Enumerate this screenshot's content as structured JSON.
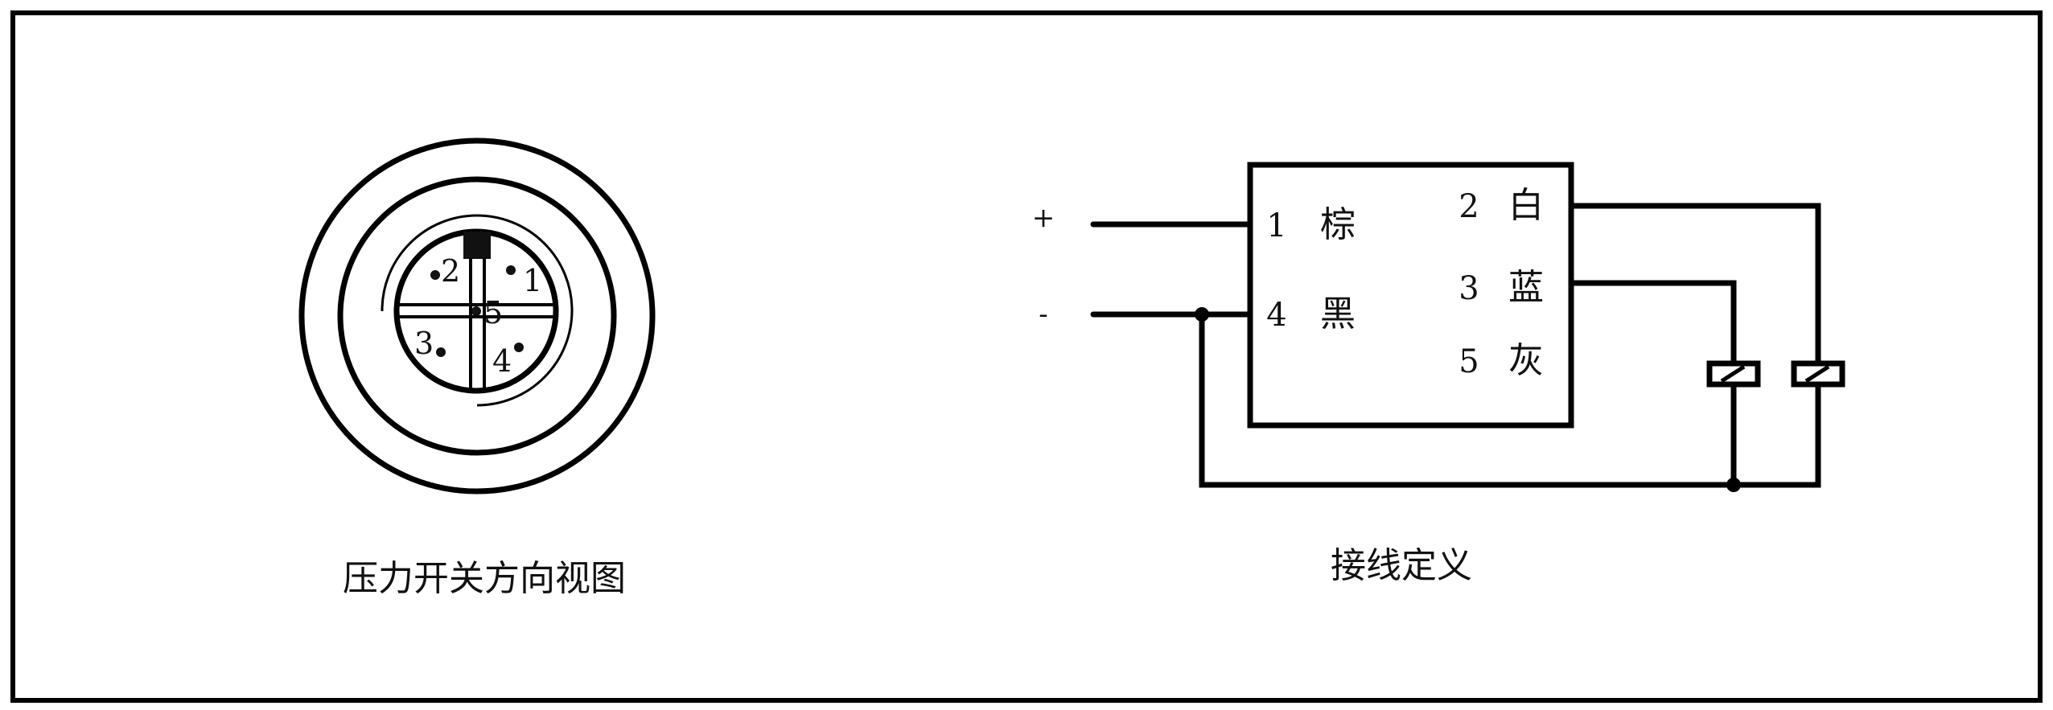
{
  "connector_view": {
    "caption": "压力开关方向视图",
    "pins": [
      "1",
      "2",
      "3",
      "4",
      "5"
    ]
  },
  "wiring": {
    "caption": "接线定义",
    "supply": {
      "positive": "+",
      "negative": "-"
    },
    "left_pins": [
      {
        "num": "1",
        "color": "棕"
      },
      {
        "num": "4",
        "color": "黑"
      }
    ],
    "right_pins": [
      {
        "num": "2",
        "color": "白"
      },
      {
        "num": "3",
        "color": "蓝"
      },
      {
        "num": "5",
        "color": "灰"
      }
    ]
  }
}
